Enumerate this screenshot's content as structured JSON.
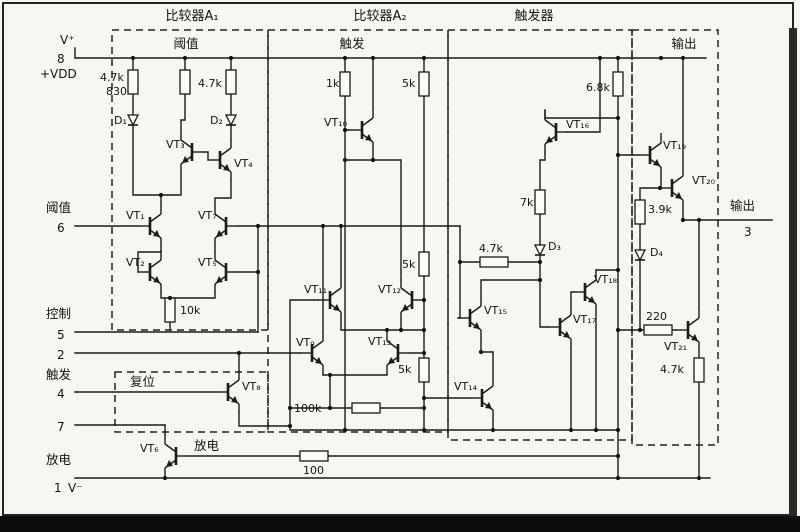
{
  "titles": {
    "a1": "比较器A₁",
    "a2": "比较器A₂",
    "ff": "触发器"
  },
  "box_labels": {
    "a1": "阈值",
    "a2": "触发",
    "out": "输出",
    "reset": "复位"
  },
  "pins": {
    "vplus": "V⁺",
    "n8": "8",
    "vdd": "+VDD",
    "threshold": "阈值",
    "n6": "6",
    "control": "控制",
    "n5": "5",
    "n2": "2",
    "trigger": "触发",
    "n4": "4",
    "n7": "7",
    "discharge": "放电",
    "n1": "1",
    "vminus": "V⁻",
    "output": "输出",
    "n3": "3"
  },
  "resistors": {
    "r1": "4.7k",
    "r2": "830",
    "r3": "4.7k",
    "r4": "10k",
    "r5": "1k",
    "r6": "5k",
    "r7": "5k",
    "r8": "5k",
    "r9": "100k",
    "r10": "100",
    "r11": "6.8k",
    "r12": "7k",
    "r13": "4.7k",
    "r14": "3.9k",
    "r15": "220",
    "r16": "4.7k"
  },
  "transistors": {
    "vt1": "VT₁",
    "vt2": "VT₂",
    "vt3": "VT₃",
    "vt4": "VT₄",
    "vt5": "VT₅",
    "vt6": "VT₆",
    "vt7": "VT₇",
    "vt8": "VT₈",
    "vt9": "VT₉",
    "vt10": "VT₁₀",
    "vt11": "VT₁₁",
    "vt12": "VT₁₂",
    "vt13": "VT₁₃",
    "vt14": "VT₁₄",
    "vt15": "VT₁₅",
    "vt16": "VT₁₆",
    "vt17": "VT₁₇",
    "vt18": "VT₁₈",
    "vt19": "VT₁₉",
    "vt20": "VT₂₀",
    "vt21": "VT₂₁"
  },
  "diodes": {
    "d1": "D₁",
    "d2": "D₂",
    "d3": "D₃",
    "d4": "D₄"
  },
  "misc": {
    "discharge_inner": "放电"
  }
}
